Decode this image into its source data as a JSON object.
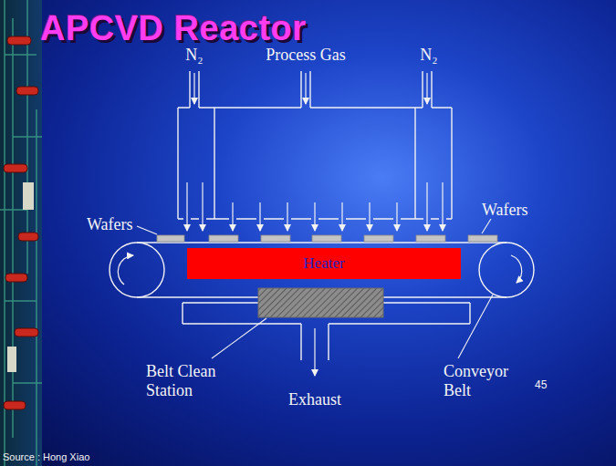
{
  "diagram": {
    "title": "APCVD Reactor",
    "nodes": [
      {
        "text": [
          "Heater"
        ]
      }
    ],
    "labels": [
      "N₂",
      "Process Gas",
      "N₂",
      "Wafers",
      "Wafers",
      "Belt Clean Station",
      "Exhaust",
      "Conveyor Belt",
      "45",
      "Source : Hong Xiao"
    ]
  }
}
